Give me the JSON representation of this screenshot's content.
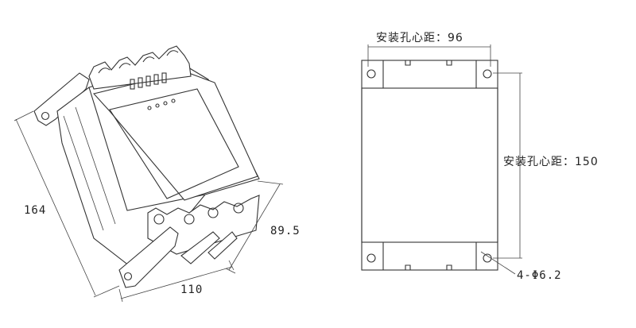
{
  "left_view": {
    "height_label": "164",
    "depth_label": "89.5",
    "width_label": "110"
  },
  "right_view": {
    "hole_spacing_horizontal_label": "安装孔心距：96",
    "hole_spacing_vertical_label": "安装孔心距：150",
    "hole_spec_label": "4-Φ6.2"
  }
}
